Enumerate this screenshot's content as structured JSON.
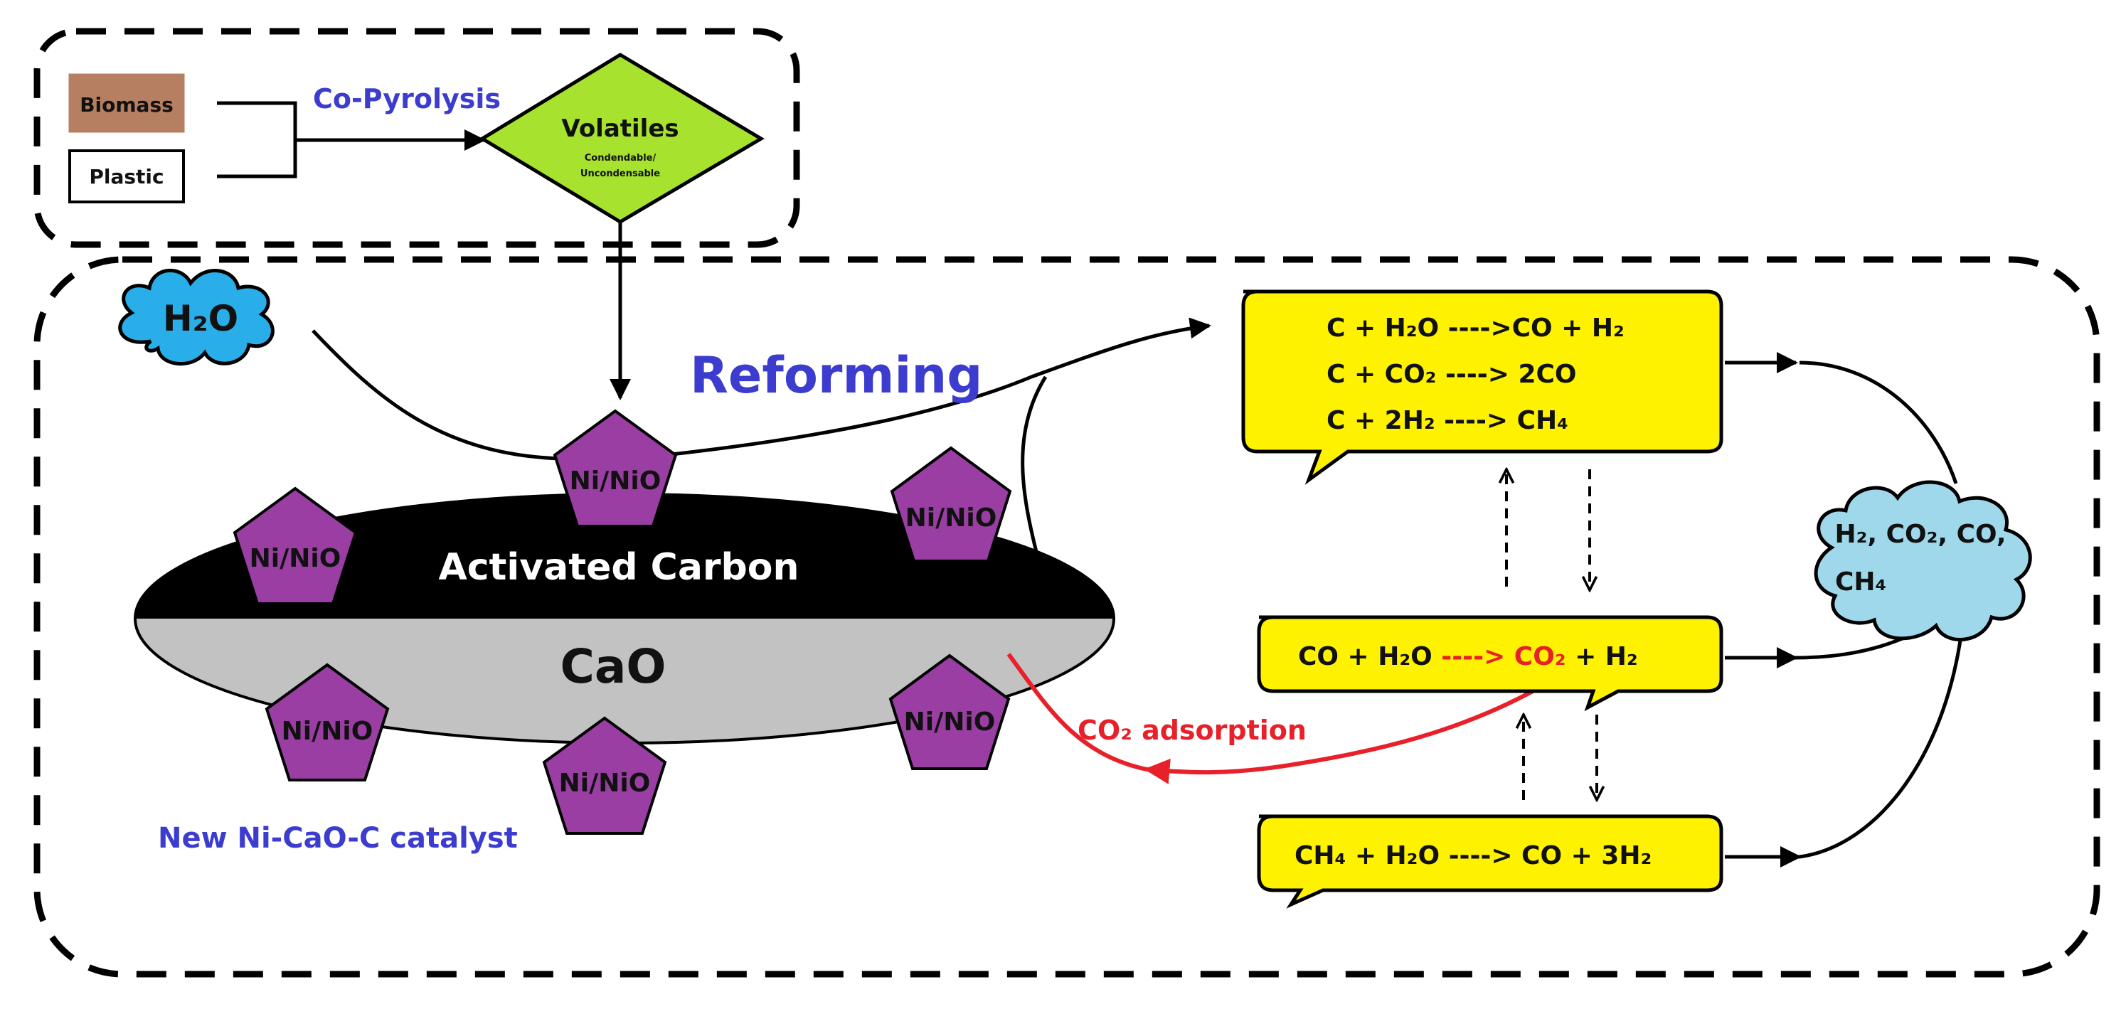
{
  "pyrolysis": {
    "biomass_label": "Biomass",
    "plastic_label": "Plastic",
    "process_label": "Co-Pyrolysis",
    "volatiles_label": "Volatiles",
    "volatiles_sub1": "Condendable/",
    "volatiles_sub2": "Uncondensable"
  },
  "reforming": {
    "title": "Reforming",
    "water_cloud": "H₂O",
    "catalyst_label": "New Ni-CaO-C catalyst",
    "carbon_label": "Activated Carbon",
    "cao_label": "CaO",
    "ni_label": "Ni/NiO",
    "co2_adsorption_label": "CO₂ adsorption"
  },
  "reactions": {
    "box1": [
      "C + H₂O ---->CO + H₂",
      "C + CO₂ ----> 2CO",
      "C + 2H₂ ----> CH₄"
    ],
    "wgs": {
      "left": "CO + H₂O ",
      "arrow": "---->",
      "co2": " CO₂",
      "right": " + H₂"
    },
    "box3": "CH₄ + H₂O ----> CO + 3H₂"
  },
  "products": {
    "line1": "H₂, CO₂, CO,",
    "line2": "CH₄"
  },
  "colors": {
    "biomass_fill": "#b77f62",
    "volatiles_fill": "#a6e22e",
    "water_cloud_fill": "#29aeea",
    "product_cloud_fill": "#9ed8ea",
    "reaction_box_fill": "#fff200",
    "ni_fill": "#9a3ea3",
    "carbon_fill": "#000000",
    "cao_fill": "#c2c2c2",
    "label_blue": "#3c3ccf",
    "adsorption_red": "#e8202a"
  }
}
